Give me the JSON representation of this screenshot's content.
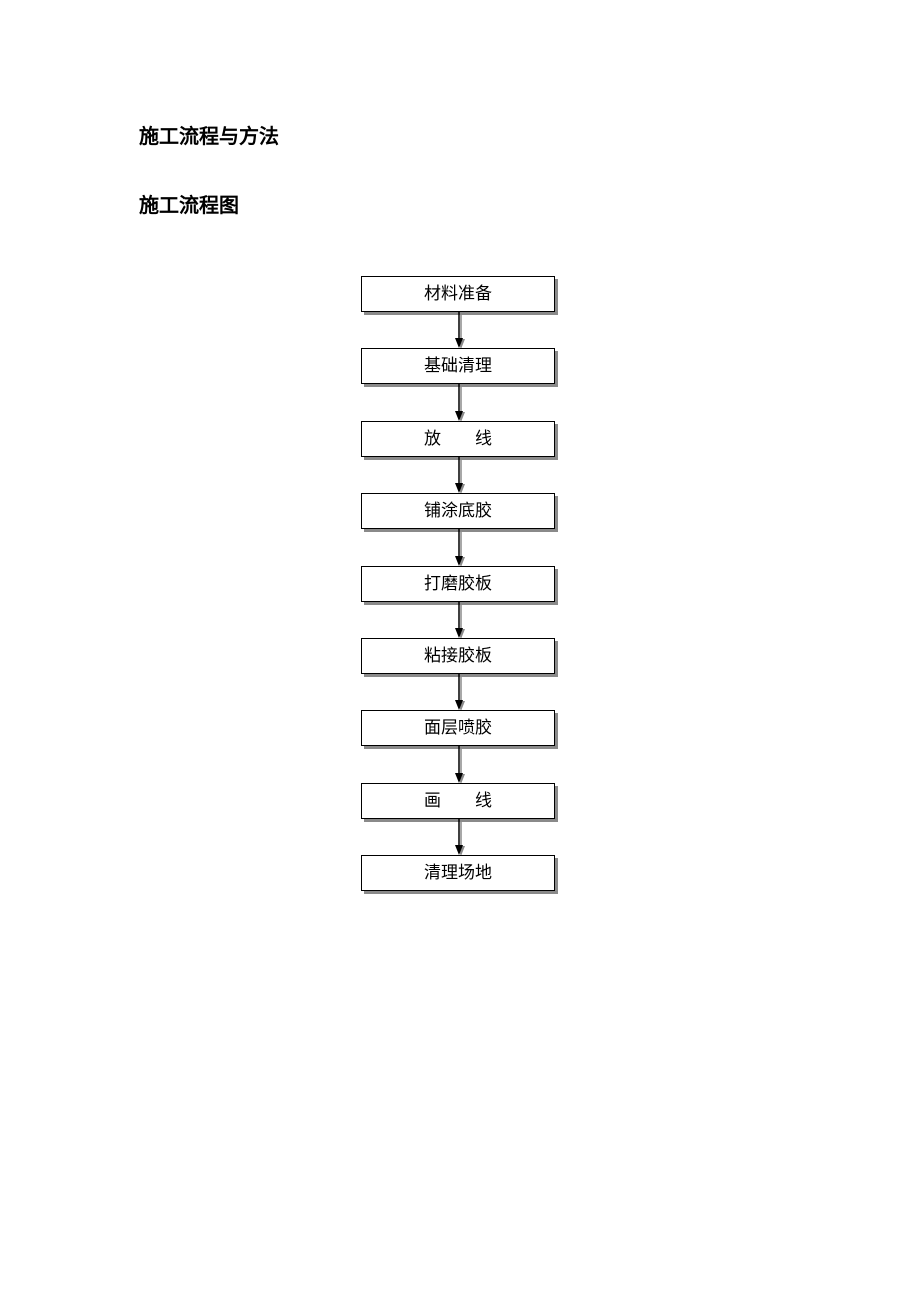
{
  "document": {
    "heading_1": "施工流程与方法",
    "heading_2": "施工流程图"
  },
  "flowchart": {
    "steps": [
      {
        "label": "材料准备"
      },
      {
        "label": "基础清理"
      },
      {
        "label": "放　　线"
      },
      {
        "label": "铺涂底胶"
      },
      {
        "label": "打磨胶板"
      },
      {
        "label": "粘接胶板"
      },
      {
        "label": "面层喷胶"
      },
      {
        "label": "画　　线"
      },
      {
        "label": "清理场地"
      }
    ]
  },
  "colors": {
    "box_border": "#000000",
    "box_shadow": "#8a8a8a",
    "arrow": "#000000",
    "arrow_shadow": "#8a8a8a"
  }
}
